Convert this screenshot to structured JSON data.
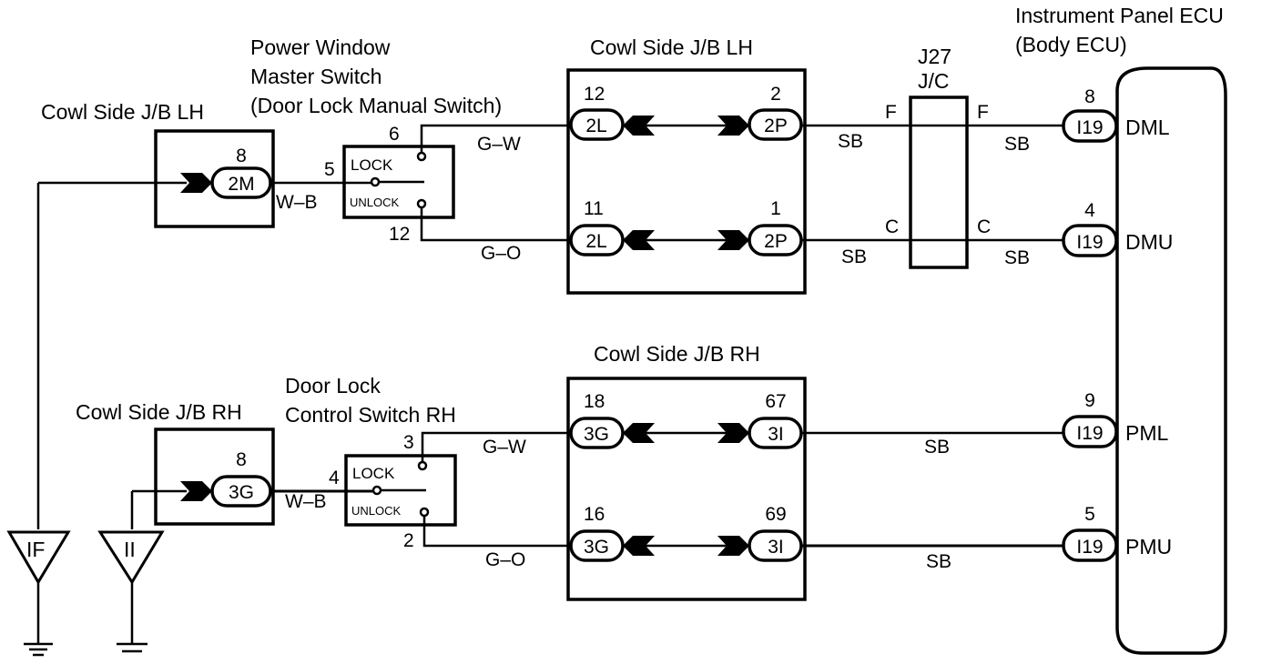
{
  "diagram": {
    "labels": {
      "pw_master_line1": "Power Window",
      "pw_master_line2": "Master Switch",
      "pw_master_line3": "(Door Lock Manual Switch)",
      "cowl_lh_left": "Cowl Side J/B LH",
      "cowl_lh_center": "Cowl Side J/B LH",
      "j27_line1": "J27",
      "j27_line2": "J/C",
      "ecu_line1": "Instrument Panel ECU",
      "ecu_line2": "(Body ECU)",
      "cowl_rh_center": "Cowl Side J/B RH",
      "cowl_rh_left": "Cowl Side J/B RH",
      "dl_ctrl_line1": "Door Lock",
      "dl_ctrl_line2": "Control Switch RH"
    },
    "switches": {
      "master": {
        "lock": "LOCK",
        "unlock": "UNLOCK",
        "pin_lock": "6",
        "pin_common": "5",
        "pin_unlock": "12"
      },
      "rh": {
        "lock": "LOCK",
        "unlock": "UNLOCK",
        "pin_lock": "3",
        "pin_common": "4",
        "pin_unlock": "2"
      }
    },
    "connectors": {
      "c_2M": {
        "code": "2M",
        "pin": "8"
      },
      "c_3G_left": {
        "code": "3G",
        "pin": "8"
      },
      "lh_top_left": {
        "code": "2L",
        "pin": "12"
      },
      "lh_top_right": {
        "code": "2P",
        "pin": "2"
      },
      "lh_bot_left": {
        "code": "2L",
        "pin": "11"
      },
      "lh_bot_right": {
        "code": "2P",
        "pin": "1"
      },
      "rh_top_left": {
        "code": "3G",
        "pin": "18"
      },
      "rh_top_right": {
        "code": "3I",
        "pin": "67"
      },
      "rh_bot_left": {
        "code": "3G",
        "pin": "16"
      },
      "rh_bot_right": {
        "code": "3I",
        "pin": "69"
      },
      "ecu_dml": {
        "code": "I19",
        "pin": "8",
        "terminal": "DML"
      },
      "ecu_dmu": {
        "code": "I19",
        "pin": "4",
        "terminal": "DMU"
      },
      "ecu_pml": {
        "code": "I19",
        "pin": "9",
        "terminal": "PML"
      },
      "ecu_pmu": {
        "code": "I19",
        "pin": "5",
        "terminal": "PMU"
      }
    },
    "junction": {
      "pin_top_left": "F",
      "pin_top_right": "F",
      "pin_bot_left": "C",
      "pin_bot_right": "C"
    },
    "wires": {
      "master_common": "W–B",
      "master_lock": "G–W",
      "master_unlock": "G–O",
      "lh_top_out": "SB",
      "lh_bot_out": "SB",
      "j27_top_out": "SB",
      "j27_bot_out": "SB",
      "rh_common": "W–B",
      "rh_lock": "G–W",
      "rh_unlock": "G–O",
      "rh_top_out": "SB",
      "rh_bot_out": "SB"
    },
    "grounds": {
      "g1": "IF",
      "g2": "II"
    }
  }
}
